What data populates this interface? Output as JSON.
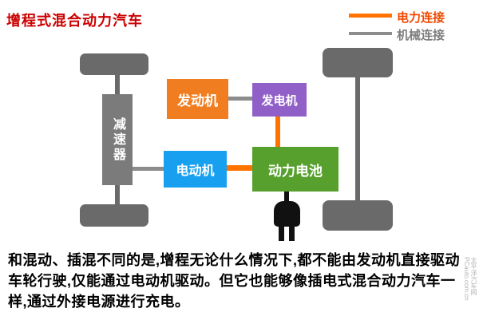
{
  "title": "增程式混合动力汽车",
  "legend": {
    "electric_label": "电力连接",
    "mechanical_label": "机械连接"
  },
  "components": {
    "reducer": "减速器",
    "engine": "发动机",
    "generator": "发电机",
    "motor": "电动机",
    "battery": "动力电池"
  },
  "description": "和混动、插混不同的是,增程无论什么情况下,都不能由发动机直接驱动车轮行驶,仅能通过电动机驱动。但它也能够像插电式混合动力汽车一样,通过外接电源进行充电。",
  "watermark": {
    "site": "太平洋汽车网",
    "domain": "PCauto.com.cn"
  },
  "colors": {
    "title_red": "#cc0000",
    "electric_connection": "#ff7300",
    "mechanical_connection": "#8c8c8c",
    "engine_orange": "#f07d1f",
    "generator_purple": "#9060c8",
    "motor_blue": "#18a0f0",
    "battery_green": "#57a02d",
    "wheel_gray": "#6a6a6a",
    "plug_black": "#111111"
  }
}
